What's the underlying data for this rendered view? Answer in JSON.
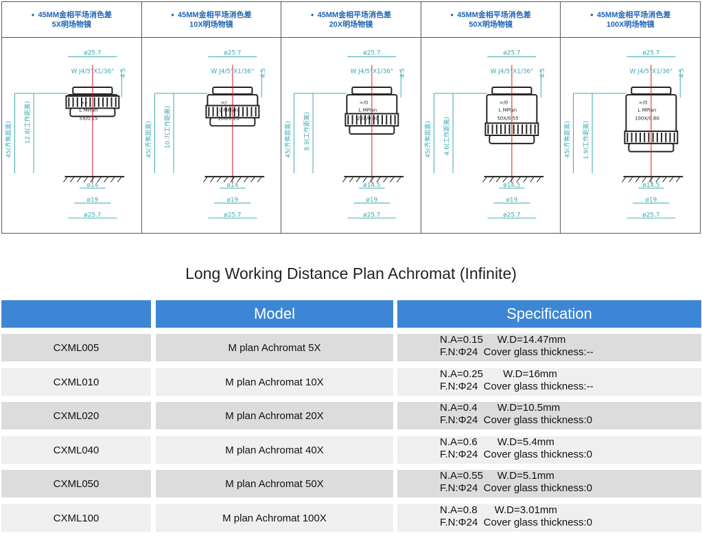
{
  "objectives": [
    {
      "head1": "45MM金相平场消色差",
      "head2": "5X明场物镜",
      "label_top": "∞/-",
      "label_mid": "L  MPlan",
      "label_mag": "5X/0.15",
      "dim_top": "ø25.7",
      "thread": "W J4/5\"X1/36\"",
      "dim_h": "4.5",
      "parfocal": "45(齐焦距离)",
      "wd": "12.8(工作距离)",
      "dim_a": "ø14",
      "dim_b": "ø19",
      "dim_c": "ø25.7"
    },
    {
      "head1": "45MM金相平场消色差",
      "head2": "10X明场物镜",
      "label_top": "∞/-",
      "label_mid": "L  MPlan",
      "label_mag": "10X/0.25",
      "dim_top": "ø25.7",
      "thread": "W J4/5\"X1/36\"",
      "dim_h": "4.5",
      "parfocal": "45(齐焦距离)",
      "wd": "10.7(工作距离)",
      "dim_a": "ø14",
      "dim_b": "ø19",
      "dim_c": "ø25.7"
    },
    {
      "head1": "45MM金相平场消色差",
      "head2": "20X明场物镜",
      "label_top": "∞/0",
      "label_mid": "L  MPlan",
      "label_mag": "20X/0.40",
      "dim_top": "ø25.7",
      "thread": "W J4/5\"X1/36\"",
      "dim_h": "4.5",
      "parfocal": "45(齐焦距离)",
      "wd": "8.9(工作距离)",
      "dim_a": "ø14.5",
      "dim_b": "ø19",
      "dim_c": "ø25.7"
    },
    {
      "head1": "45MM金相平场消色差",
      "head2": "50X明场物镜",
      "label_top": "∞/0",
      "label_mid": "L  MPlan",
      "label_mag": "50X/0.55",
      "dim_top": "ø25.7",
      "thread": "W J4/5\"X1/36\"",
      "dim_h": "4.5",
      "parfocal": "45(齐焦距离)",
      "wd": "4.6(工作距离)",
      "dim_a": "ø14.5",
      "dim_b": "ø19",
      "dim_c": "ø25.7"
    },
    {
      "head1": "45MM金相平场消色差",
      "head2": "100X明场物镜",
      "label_top": "∞/0",
      "label_mid": "L  MPlan",
      "label_mag": "100X/0.80",
      "dim_top": "ø25.7",
      "thread": "W J4/5\"X1/36\"",
      "dim_h": "4.5",
      "parfocal": "45(齐焦距离)",
      "wd": "1.9(工作距离)",
      "dim_a": "ø14.5",
      "dim_b": "ø19",
      "dim_c": "ø25.7"
    }
  ],
  "title": "Long Working Distance Plan Achromat (Infinite)",
  "table": {
    "header_model": "Model",
    "header_spec": "Specification",
    "rows": [
      {
        "code": "CXML005",
        "model": "M plan Achromat 5X",
        "na": "N.A=0.15     W.D=14.47mm",
        "fn": "F.N:Φ24  Cover glass thickness:--"
      },
      {
        "code": "CXML010",
        "model": "M plan Achromat 10X",
        "na": "N.A=0.25       W.D=16mm",
        "fn": "F.N:Φ24  Cover glass thickness:--"
      },
      {
        "code": "CXML020",
        "model": "M plan Achromat 20X",
        "na": "N.A=0.4       W.D=10.5mm",
        "fn": "F.N:Φ24  Cover glass thickness:0"
      },
      {
        "code": "CXML040",
        "model": "M plan Achromat 40X",
        "na": "N.A=0.6       W.D=5.4mm",
        "fn": "F.N:Φ24  Cover glass thickness:0"
      },
      {
        "code": "CXML050",
        "model": "M plan Achromat 50X",
        "na": "N.A=0.55     W.D=5.1mm",
        "fn": "F.N:Φ24  Cover glass thickness:0"
      },
      {
        "code": "CXML100",
        "model": "M plan Achromat 100X",
        "na": "N.A=0.8      W.D=3.01mm",
        "fn": "F.N:Φ24  Cover glass thickness:0"
      }
    ]
  }
}
